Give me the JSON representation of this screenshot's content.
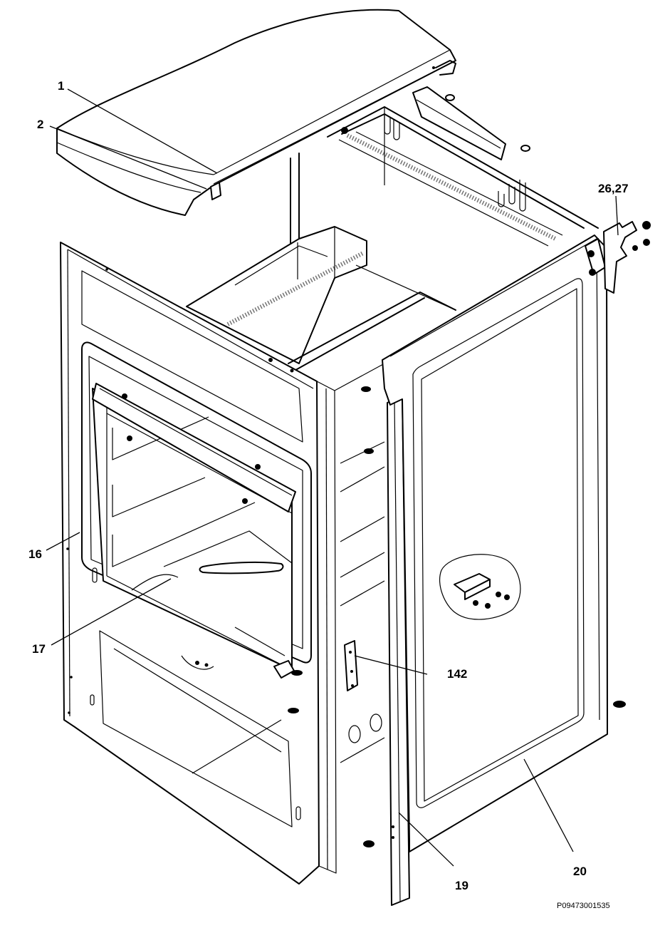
{
  "labels": {
    "p1": "1",
    "p2": "2",
    "p26_27": "26,27",
    "p16": "16",
    "p17": "17",
    "p142": "142",
    "p19": "19",
    "p20": "20"
  },
  "drawing_code": "P09473001535"
}
